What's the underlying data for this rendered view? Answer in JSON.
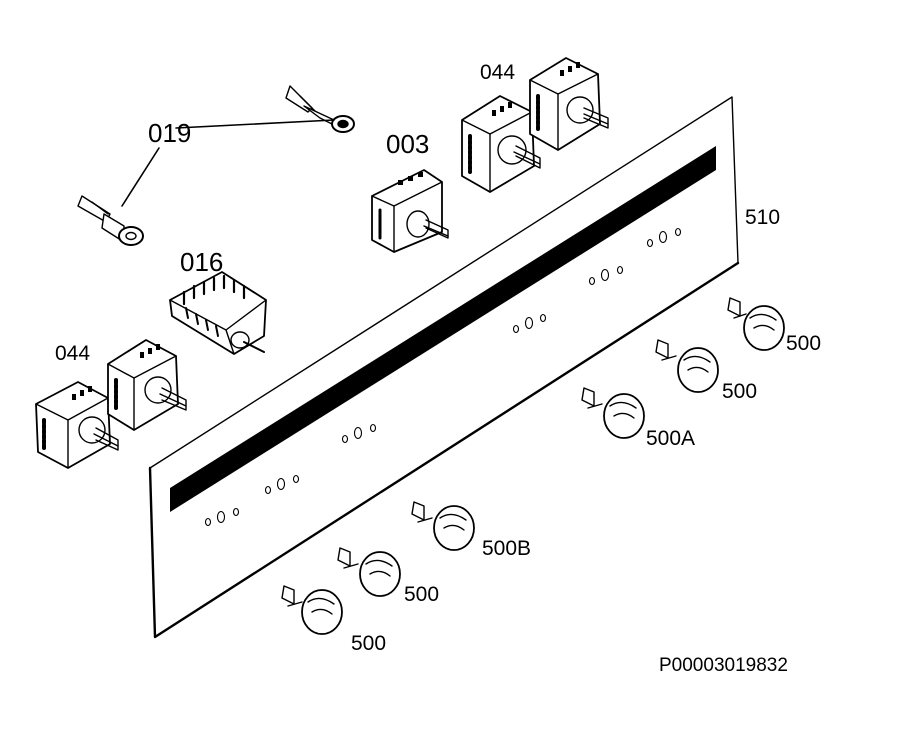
{
  "labels": {
    "l019": "019",
    "l003": "003",
    "l044_top": "044",
    "l044_left": "044",
    "l016": "016",
    "l510": "510",
    "k500_1": "500",
    "k500_2": "500",
    "k500a": "500A",
    "k500b": "500B",
    "k500_3": "500",
    "k500_4": "500",
    "code": "P00003019832"
  },
  "colors": {
    "ink": "#000000",
    "paper": "#ffffff"
  }
}
